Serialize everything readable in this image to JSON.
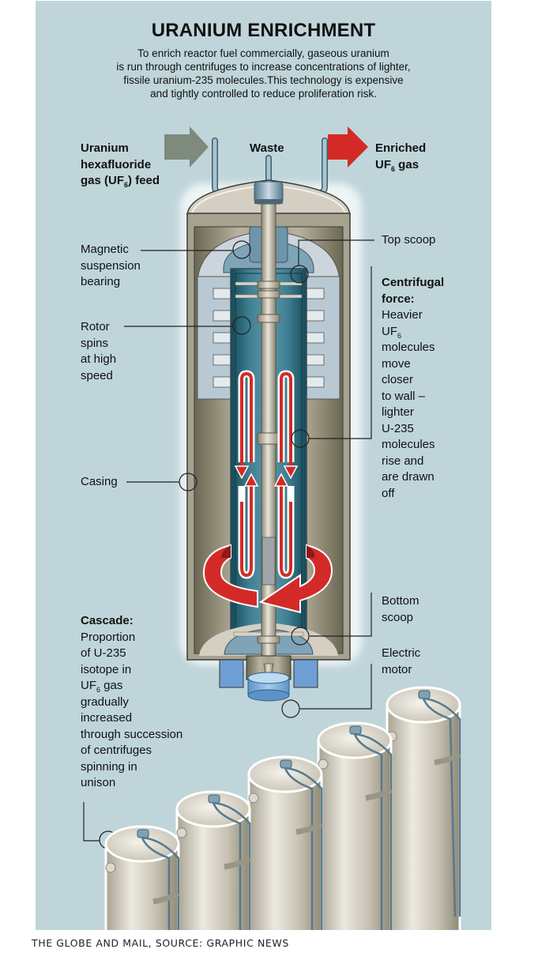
{
  "title": "URANIUM ENRICHMENT",
  "intro": [
    "To enrich reactor fuel commercially, gaseous uranium",
    "is run through centrifuges to increase concentrations of lighter,",
    "fissile uranium-235 molecules.This technology is expensive",
    "and tightly controlled to reduce proliferation risk."
  ],
  "labels": {
    "feed": {
      "line1": "Uranium",
      "line2": "hexafluoride",
      "line3_pre": "gas (UF",
      "line3_sub": "6",
      "line3_post": ") feed"
    },
    "waste": "Waste",
    "enriched": {
      "line1": "Enriched",
      "line2_pre": "UF",
      "line2_sub": "6",
      "line2_post": " gas"
    },
    "magnetic": [
      "Magnetic",
      "suspension",
      "bearing"
    ],
    "rotor": [
      "Rotor",
      "spins",
      "at high",
      "speed"
    ],
    "casing": "Casing",
    "top_scoop": "Top scoop",
    "centrifugal": {
      "heading1": "Centrifugal",
      "heading2": "force:",
      "l1": "Heavier",
      "l2_pre": "UF",
      "l2_sub": "6",
      "rest": [
        "molecules",
        "move",
        "closer",
        "to wall –",
        "lighter",
        "U-235",
        "molecules",
        "rise and",
        "are drawn",
        "off"
      ]
    },
    "bottom_scoop": [
      "Bottom",
      "scoop"
    ],
    "motor": [
      "Electric",
      "motor"
    ],
    "cascade": {
      "heading": "Cascade:",
      "l1": "Proportion",
      "l2": "of U-235",
      "l3": "isotope in",
      "l4_pre": "UF",
      "l4_sub": "6",
      "l4_post": " gas",
      "rest": [
        "gradually",
        "increased",
        "through succession",
        "of centrifuges",
        "spinning in",
        "unison"
      ]
    }
  },
  "footer": "THE GLOBE AND MAIL, SOURCE: GRAPHIC NEWS",
  "colors": {
    "panel": "#bfd5da",
    "feed_arrow": "#7e8a7b",
    "enriched_arrow": "#d42a27",
    "casing": "#a09a88",
    "rotor": "#2c6f80",
    "flow_red": "#d42a27"
  },
  "icons": {
    "feed_arrow": "arrow-right-icon",
    "enriched_arrow": "arrow-right-icon",
    "rotation_arrow": "circular-arrow-icon",
    "flow_arrows": "flow-arrow-icon"
  }
}
